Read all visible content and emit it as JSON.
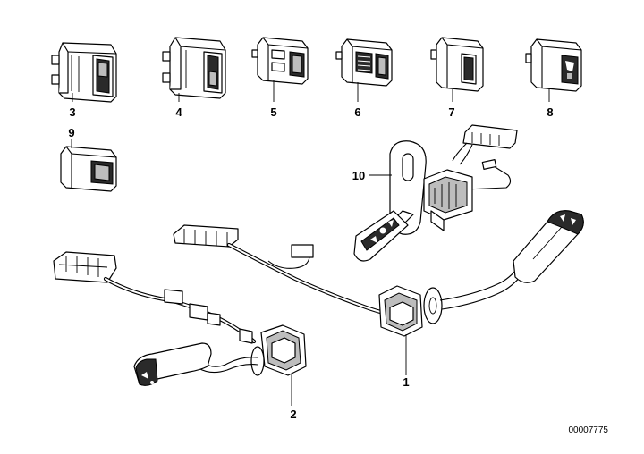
{
  "diagram": {
    "labels": {
      "p1": "1",
      "p2": "2",
      "p3": "3",
      "p4": "4",
      "p5": "5",
      "p6": "6",
      "p7": "7",
      "p8": "8",
      "p9": "9",
      "p10": "10"
    },
    "document_number": "00007775"
  }
}
